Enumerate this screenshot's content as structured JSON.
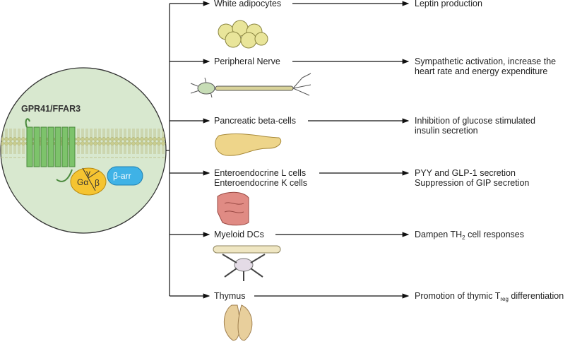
{
  "receptor": {
    "title": "GPR41/FFAR3",
    "g_alpha": "Gα",
    "g_beta": "β",
    "g_gamma": "γ",
    "beta_arrestin": "β-arr"
  },
  "colors": {
    "circle_fill": "#d8e8cf",
    "membrane": "#c8cc8e",
    "receptor": "#7dc36b",
    "g_protein": "#f5c431",
    "arrestin": "#3fb2e6"
  },
  "rows": [
    {
      "target": "White adipocytes",
      "effect_lines": [
        [
          "Leptin production"
        ]
      ],
      "icon": "adipocytes-icon"
    },
    {
      "target": "Peripheral Nerve",
      "effect_lines": [
        [
          "Sympathetic activation, increase the"
        ],
        [
          "heart rate and energy expenditure"
        ]
      ],
      "icon": "neuron-icon"
    },
    {
      "target": "Pancreatic beta-cells",
      "effect_lines": [
        [
          "Inhibition of glucose stimulated"
        ],
        [
          "insulin secretion"
        ]
      ],
      "icon": "pancreas-icon"
    },
    {
      "target": "Enteroendocrine L cells",
      "target2": "Enteroendocrine K cells",
      "effect_lines": [
        [
          "PYY and GLP-1 secretion"
        ],
        [
          "Suppression of GIP secretion"
        ]
      ],
      "icon": "intestine-icon"
    },
    {
      "target": "Myeloid DCs",
      "effect_parts": [
        "Dampen TH",
        "2",
        " cell responses"
      ],
      "icon": "bone-dendritic-cell-icon"
    },
    {
      "target": "Thymus",
      "effect_parts": [
        "Promotion of thymic T",
        "reg",
        " differentiation"
      ],
      "icon": "thymus-icon"
    }
  ]
}
